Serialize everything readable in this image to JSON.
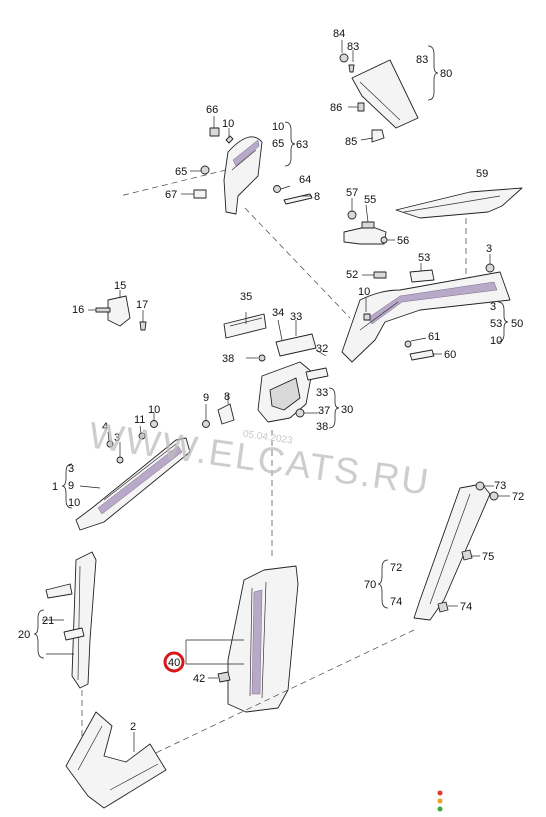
{
  "watermark": {
    "text": "WWW.ELCATS.RU",
    "date": "05.04.2023"
  },
  "highlight": {
    "part": "40",
    "color": "#d81818"
  },
  "part_numbers": {
    "p84": "84",
    "p83": "83",
    "p80": "80",
    "p86": "86",
    "p85": "85",
    "p66": "66",
    "p10": "10",
    "p65": "65",
    "p63": "63",
    "p64": "64",
    "p67": "67",
    "p8": "8",
    "p59": "59",
    "p57": "57",
    "p55": "55",
    "p56": "56",
    "p3": "3",
    "p53": "53",
    "p52": "52",
    "p50": "50",
    "p61": "61",
    "p60": "60",
    "p15": "15",
    "p16": "16",
    "p17": "17",
    "p35": "35",
    "p34": "34",
    "p33": "33",
    "p32": "32",
    "p38": "38",
    "p37": "37",
    "p30": "30",
    "p9": "9",
    "p11": "11",
    "p4": "4",
    "p1": "1",
    "p73": "73",
    "p72": "72",
    "p75": "75",
    "p74": "74",
    "p70": "70",
    "p20": "20",
    "p21": "21",
    "p40": "40",
    "p42": "42",
    "p2": "2"
  },
  "colors": {
    "accent": "#b9a9c9",
    "ring": "#d81818",
    "dot_red": "#e23b2e",
    "dot_orange": "#f0a020",
    "dot_green": "#3aa83a"
  }
}
